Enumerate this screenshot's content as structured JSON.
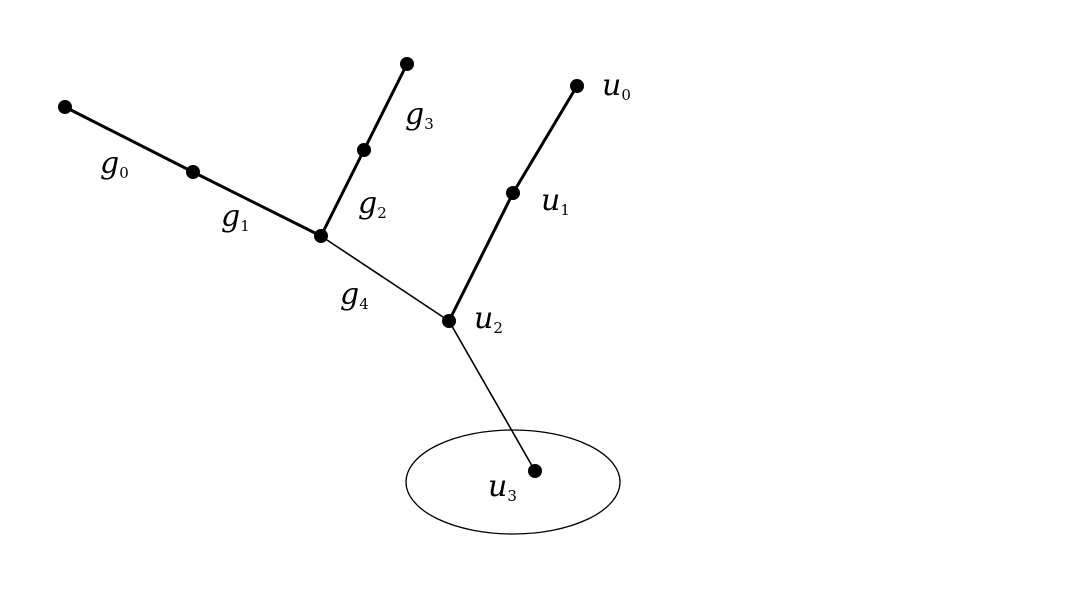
{
  "diagram": {
    "labels": {
      "g0": {
        "base": "g",
        "sub": "0"
      },
      "g1": {
        "base": "g",
        "sub": "1"
      },
      "g2": {
        "base": "g",
        "sub": "2"
      },
      "g3": {
        "base": "g",
        "sub": "3"
      },
      "g4": {
        "base": "g",
        "sub": "4"
      },
      "u0": {
        "base": "u",
        "sub": "0"
      },
      "u1": {
        "base": "u",
        "sub": "1"
      },
      "u2": {
        "base": "u",
        "sub": "2"
      },
      "u3": {
        "base": "u",
        "sub": "3"
      }
    }
  }
}
